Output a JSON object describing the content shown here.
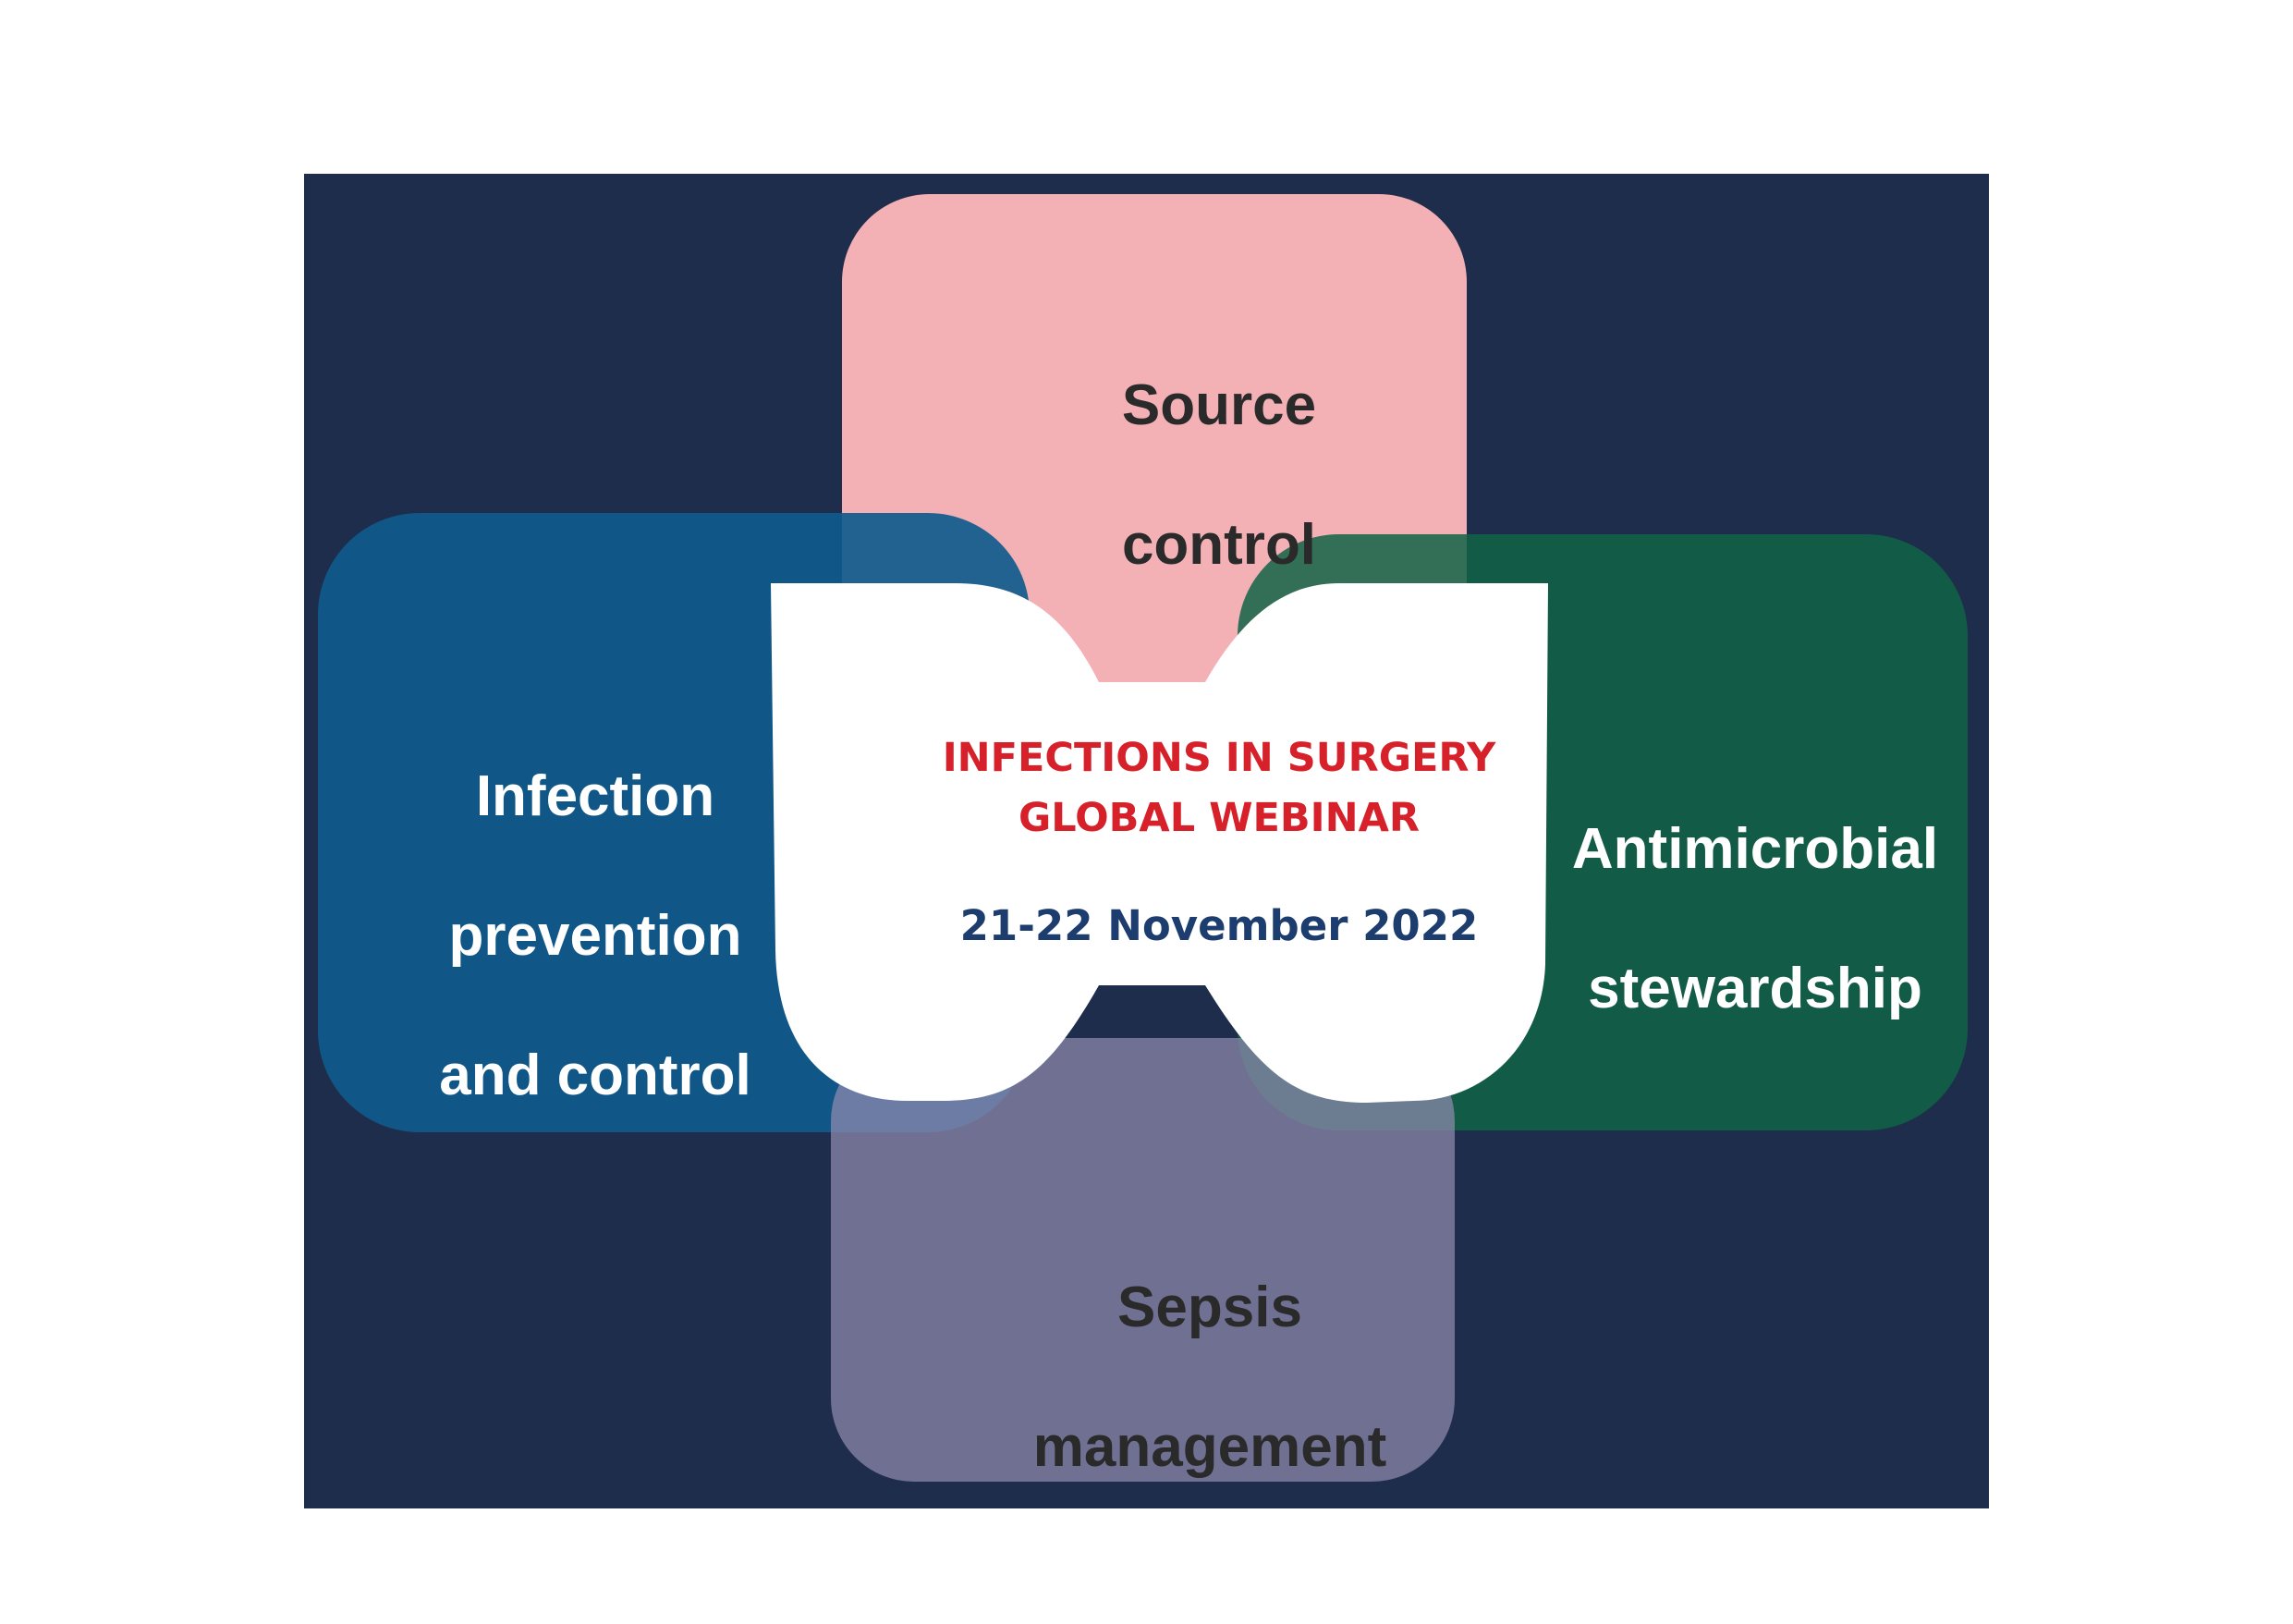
{
  "colors": {
    "background": "#1e2d4b",
    "source_control": "#f4b1b5",
    "infection_prevention": "#0f5b8d",
    "antimicrobial": "#106446",
    "sepsis": "#908aaf",
    "center": "#ffffff",
    "title_red": "#d6202a",
    "date_navy": "#1c3d6e",
    "dark_text": "#2a2a2a",
    "light_text": "#ffffff"
  },
  "quadrants": {
    "source_control": {
      "lines": [
        "Source",
        "control"
      ]
    },
    "infection_prevention": {
      "lines": [
        "Infection",
        "prevention",
        "and control"
      ]
    },
    "antimicrobial": {
      "lines": [
        "Antimicrobial",
        "stewardship"
      ]
    },
    "sepsis": {
      "lines": [
        "Sepsis",
        "management"
      ]
    }
  },
  "center": {
    "title_lines": [
      "INFECTIONS IN SURGERY",
      "GLOBAL WEBINAR"
    ],
    "date": "21-22 November 2022"
  }
}
